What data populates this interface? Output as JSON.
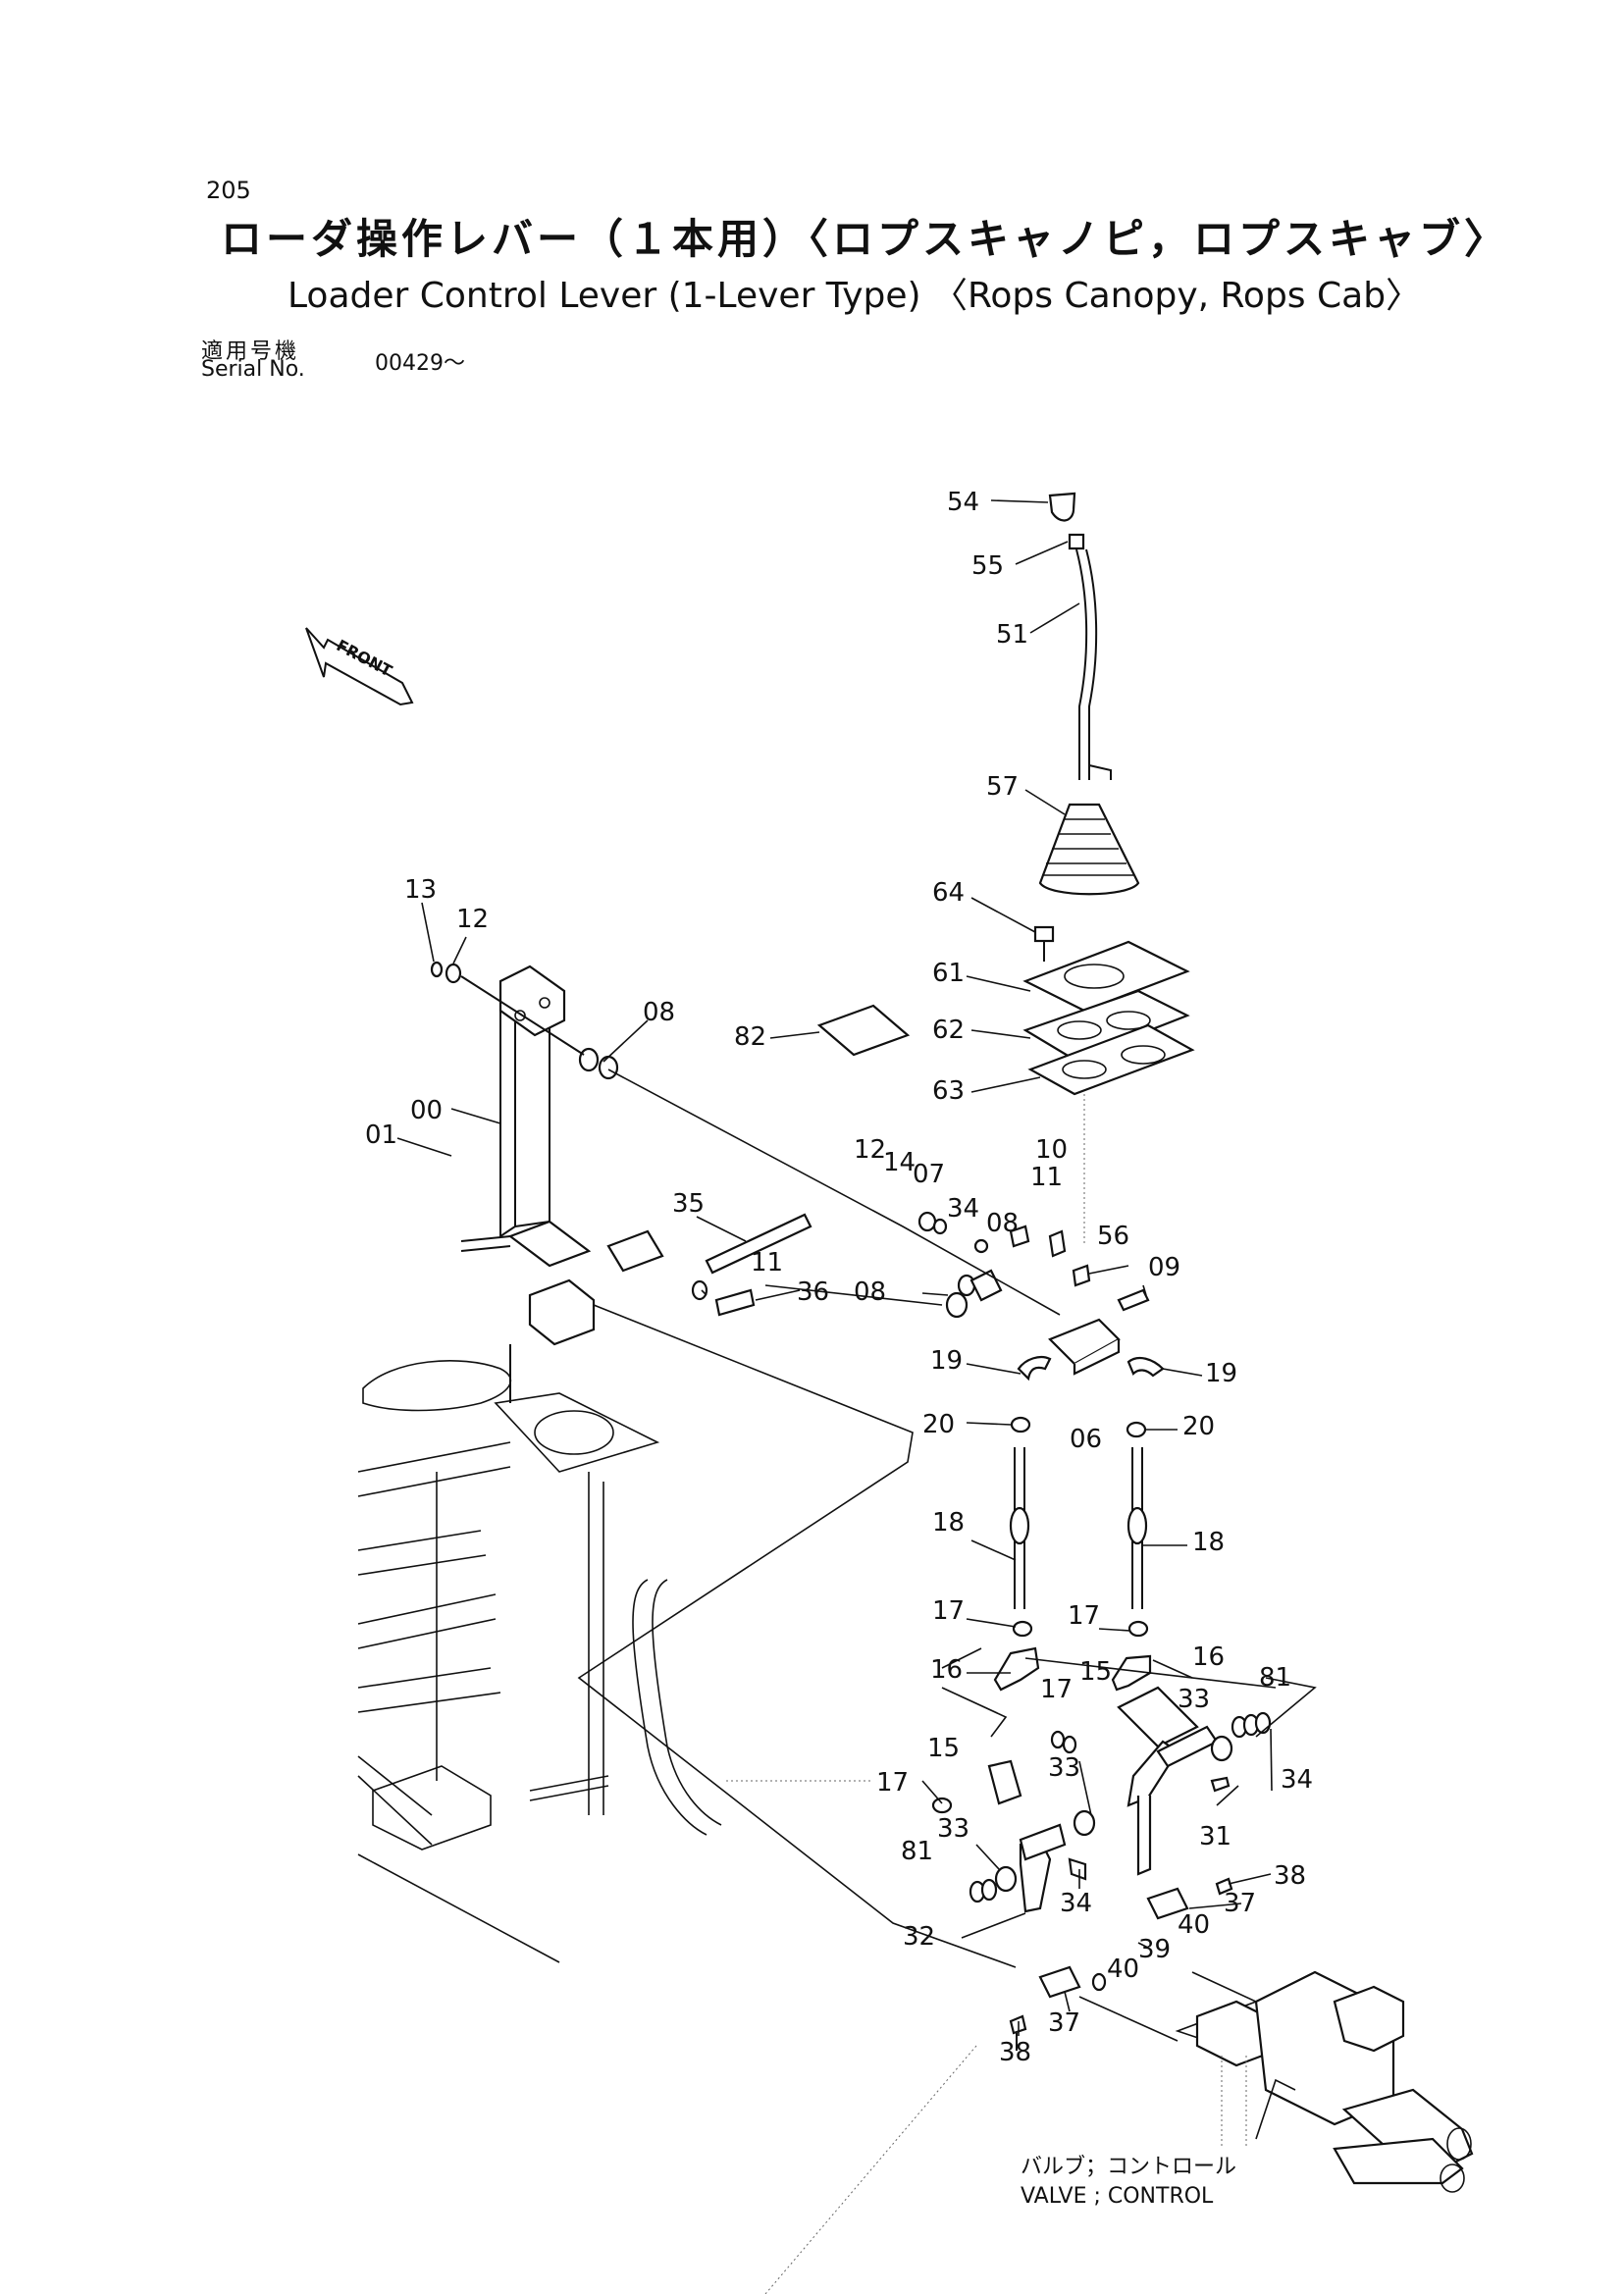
{
  "header": {
    "page_number": "205",
    "title_ja": "ローダ操作レバー（１本用）〈ロプスキャノピ，ロプスキャブ〉",
    "title_en": "Loader Control Lever (1-Lever Type) 〈Rops Canopy, Rops Cab〉",
    "serial_label_ja": "適用号機",
    "serial_label_en": "Serial No.",
    "serial_value": "00429～"
  },
  "diagram": {
    "front_marker": "FRONT",
    "valve_caption_ja": "バルブ；コントロール",
    "valve_caption_en": "VALVE ; CONTROL",
    "callouts": [
      "54",
      "55",
      "51",
      "57",
      "64",
      "61",
      "62",
      "63",
      "82",
      "13",
      "12",
      "08",
      "00",
      "01",
      "35",
      "12",
      "14",
      "07",
      "34",
      "08",
      "10",
      "11",
      "56",
      "09",
      "11",
      "36",
      "08",
      "19",
      "06",
      "19",
      "20",
      "20",
      "18",
      "18",
      "17",
      "17",
      "16",
      "15",
      "16",
      "81",
      "33",
      "17",
      "15",
      "17",
      "33",
      "34",
      "31",
      "33",
      "81",
      "34",
      "38",
      "37",
      "32",
      "40",
      "39",
      "40",
      "37",
      "38"
    ]
  }
}
